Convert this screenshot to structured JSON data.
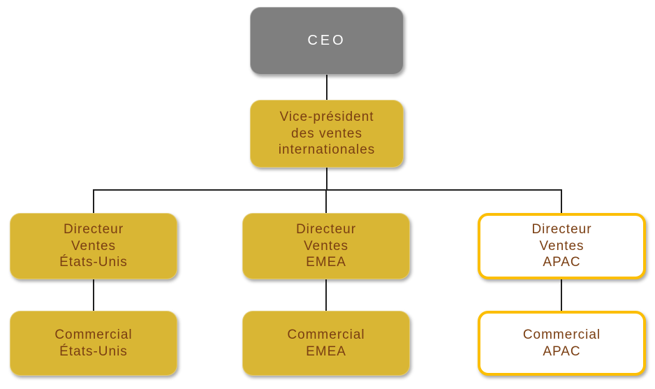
{
  "diagram": {
    "type": "org-chart",
    "language": "fr",
    "nodes": [
      {
        "id": "ceo",
        "variant": "filled-gray",
        "lines": [
          "CEO"
        ]
      },
      {
        "id": "vp",
        "variant": "filled-gold",
        "lines": [
          "Vice-président",
          "des ventes",
          "internationales"
        ]
      },
      {
        "id": "dir-us",
        "variant": "filled-gold",
        "lines": [
          "Directeur",
          "Ventes",
          "États-Unis"
        ]
      },
      {
        "id": "dir-emea",
        "variant": "filled-gold",
        "lines": [
          "Directeur",
          "Ventes",
          "EMEA"
        ]
      },
      {
        "id": "dir-apac",
        "variant": "outlined-gold",
        "lines": [
          "Directeur",
          "Ventes",
          "APAC"
        ]
      },
      {
        "id": "com-us",
        "variant": "filled-gold",
        "lines": [
          "Commercial",
          "États-Unis"
        ]
      },
      {
        "id": "com-emea",
        "variant": "filled-gold",
        "lines": [
          "Commercial",
          "EMEA"
        ]
      },
      {
        "id": "com-apac",
        "variant": "outlined-gold",
        "lines": [
          "Commercial",
          "APAC"
        ]
      }
    ],
    "edges": [
      [
        "ceo",
        "vp"
      ],
      [
        "vp",
        "dir-us"
      ],
      [
        "vp",
        "dir-emea"
      ],
      [
        "vp",
        "dir-apac"
      ],
      [
        "dir-us",
        "com-us"
      ],
      [
        "dir-emea",
        "com-emea"
      ],
      [
        "dir-apac",
        "com-apac"
      ]
    ],
    "colors": {
      "gray_fill": "#7f7f7f",
      "gold_fill": "#d9b634",
      "outlined_fill": "#ffffff",
      "outline_gold": "#fcbe02",
      "text_brown": "#7a3e12",
      "text_white": "#ffffff",
      "connector": "#1f1f1f",
      "background": "#ffffff"
    }
  }
}
